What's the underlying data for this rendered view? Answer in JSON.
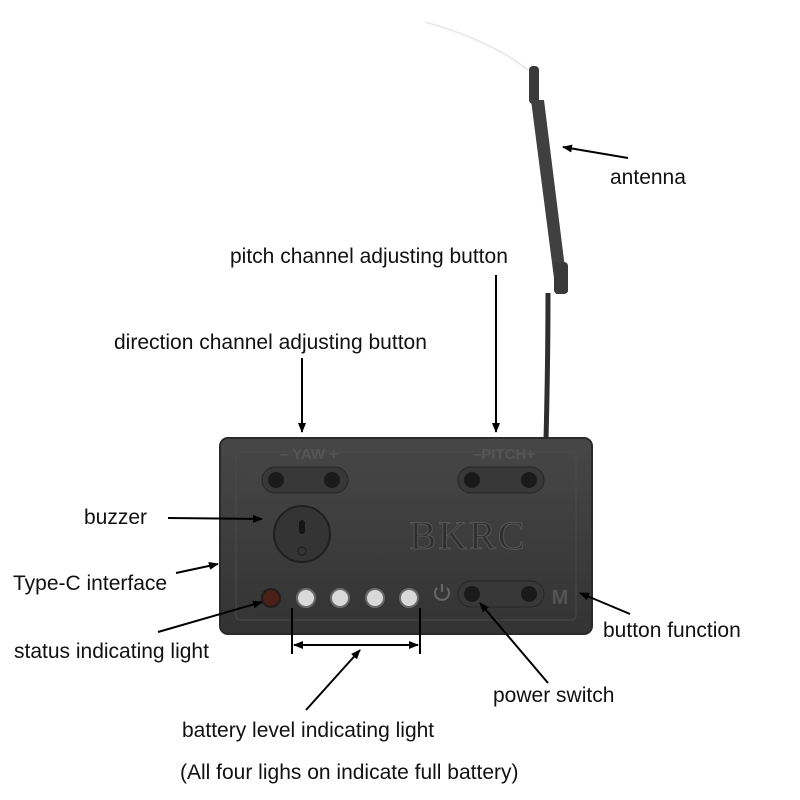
{
  "device": {
    "brand_text": "BKRC",
    "yaw_label": "– YAW +",
    "pitch_label": "–PITCH+",
    "mode_label": "M",
    "power_symbol": "power-icon",
    "colors": {
      "body": "#3d3d3d",
      "body_edge": "#2a2a2a",
      "led_off": "#d9d9d9",
      "status_led": "#5a2a1f",
      "line": "#000000"
    }
  },
  "labels": {
    "antenna": "antenna",
    "pitch_button": "pitch channel adjusting button",
    "direction_button": "direction channel adjusting button",
    "buzzer": "buzzer",
    "typec": "Type-C interface",
    "status_light": "status indicating light",
    "button_function": "button function",
    "power_switch": "power switch",
    "battery_light": "battery level indicating light",
    "battery_note": "(All four lighs on indicate full battery)"
  }
}
